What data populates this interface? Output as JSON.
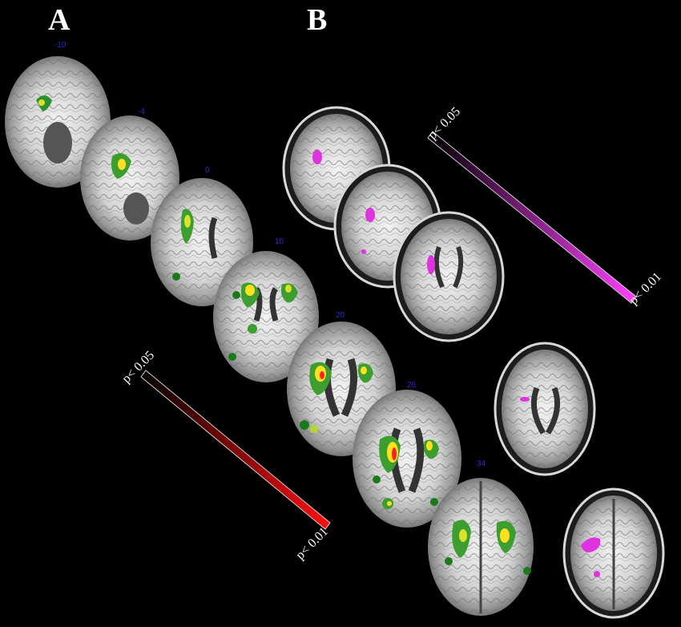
{
  "panels": {
    "a": {
      "letter": "A",
      "slice_labels": [
        "-10",
        "-4",
        "0",
        "10",
        "20",
        "26",
        "34"
      ],
      "colorbar": {
        "low_label": "p< 0.05",
        "high_label": "p< 0.01",
        "low_color": "#000000",
        "high_color": "#ff1010"
      },
      "activation_colors": [
        "#1a7a1a",
        "#3fa52a",
        "#b6d62e",
        "#ffe020",
        "#ff2020"
      ]
    },
    "b": {
      "letter": "B",
      "colorbar": {
        "low_label": "p< 0.05",
        "high_label": "p< 0.01",
        "low_color": "#000000",
        "high_color": "#ff40ff"
      },
      "activation_color": "#e033e0"
    }
  },
  "colors": {
    "background": "#000000",
    "slice_label": "#2a2ad8",
    "tissue_white": "#e8e8e8",
    "tissue_gray": "#9a9a9a"
  }
}
